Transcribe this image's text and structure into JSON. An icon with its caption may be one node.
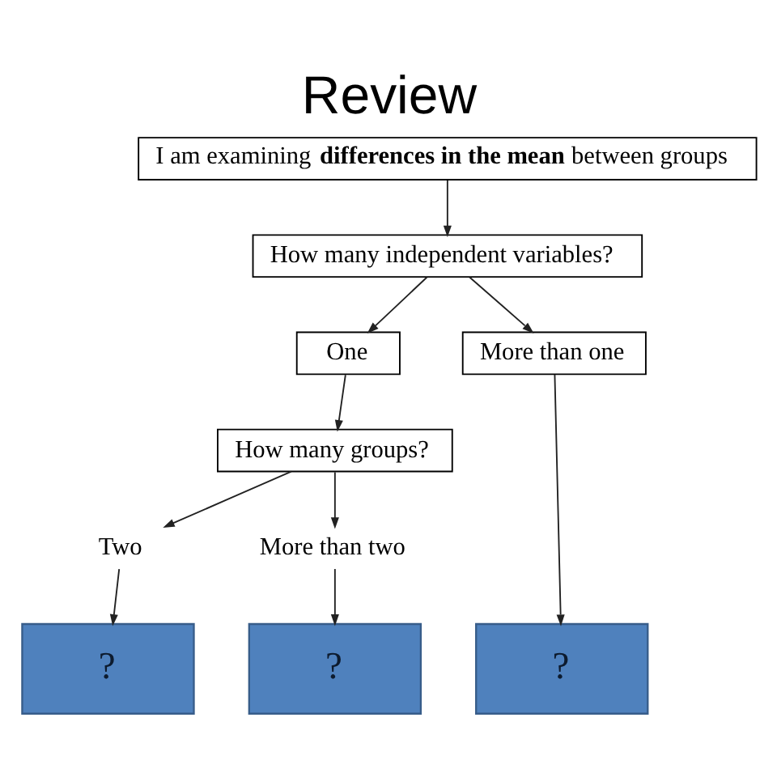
{
  "diagram": {
    "title": "Review",
    "nodes": [
      {
        "text": [
          "I am examining **differences in the mean** between groups"
        ]
      },
      {
        "text": [
          "How many independent variables?"
        ]
      },
      {
        "text": [
          "One"
        ]
      },
      {
        "text": [
          "More than one"
        ]
      },
      {
        "text": [
          "How many groups?"
        ]
      },
      {
        "text": [
          "Two"
        ]
      },
      {
        "text": [
          "More than two"
        ]
      },
      {
        "text": [
          "?"
        ]
      },
      {
        "text": [
          "?"
        ]
      },
      {
        "text": [
          "?"
        ]
      }
    ],
    "edges": [
      {
        "from": 0,
        "to": 1,
        "arrow": "to"
      },
      {
        "from": 1,
        "to": 2,
        "arrow": "to"
      },
      {
        "from": 1,
        "to": 3,
        "arrow": "to"
      },
      {
        "from": 2,
        "to": 4,
        "arrow": "to"
      },
      {
        "from": 4,
        "to": 5,
        "arrow": "to"
      },
      {
        "from": 4,
        "to": 6,
        "arrow": "to"
      },
      {
        "from": 5,
        "to": 7,
        "arrow": "to"
      },
      {
        "from": 6,
        "to": 8,
        "arrow": "to"
      },
      {
        "from": 3,
        "to": 9,
        "arrow": "to"
      }
    ]
  }
}
